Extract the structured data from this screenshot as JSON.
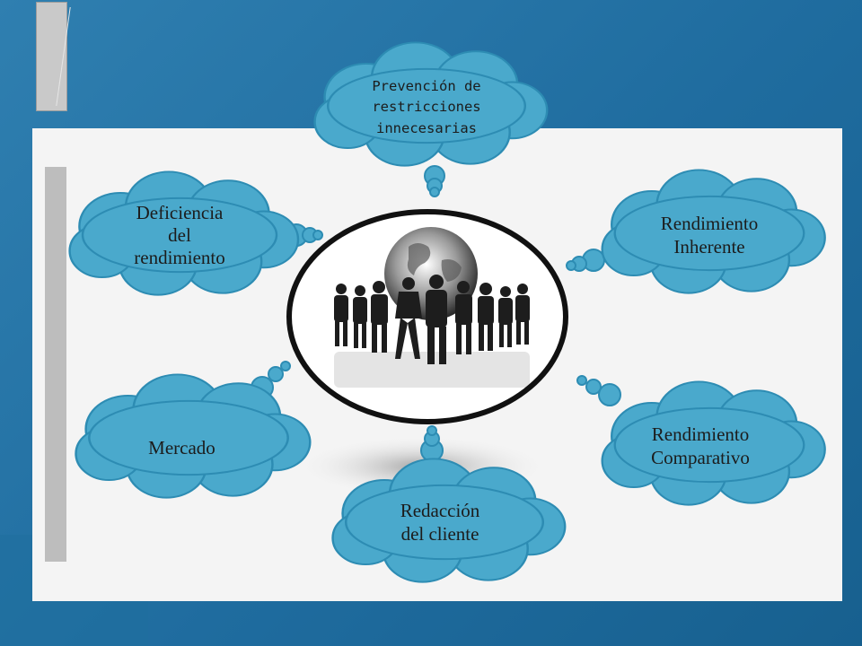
{
  "slide": {
    "center_image": "business-team-globe",
    "colors": {
      "background": "#2373a6",
      "panel": "#f4f4f4",
      "cloud_fill": "#4aa9cc",
      "cloud_stroke": "#2d8cb3",
      "text": "#1c1c1c"
    }
  },
  "clouds": {
    "top": "Prevención de\nrestricciones\ninnecesarias",
    "left_top": "Deficiencia\ndel\nrendimiento",
    "right_top": "Rendimiento\nInherente",
    "left_bottom": "Mercado",
    "right_bottom": "Rendimiento\nComparativo",
    "bottom": "Redacción\ndel cliente"
  }
}
